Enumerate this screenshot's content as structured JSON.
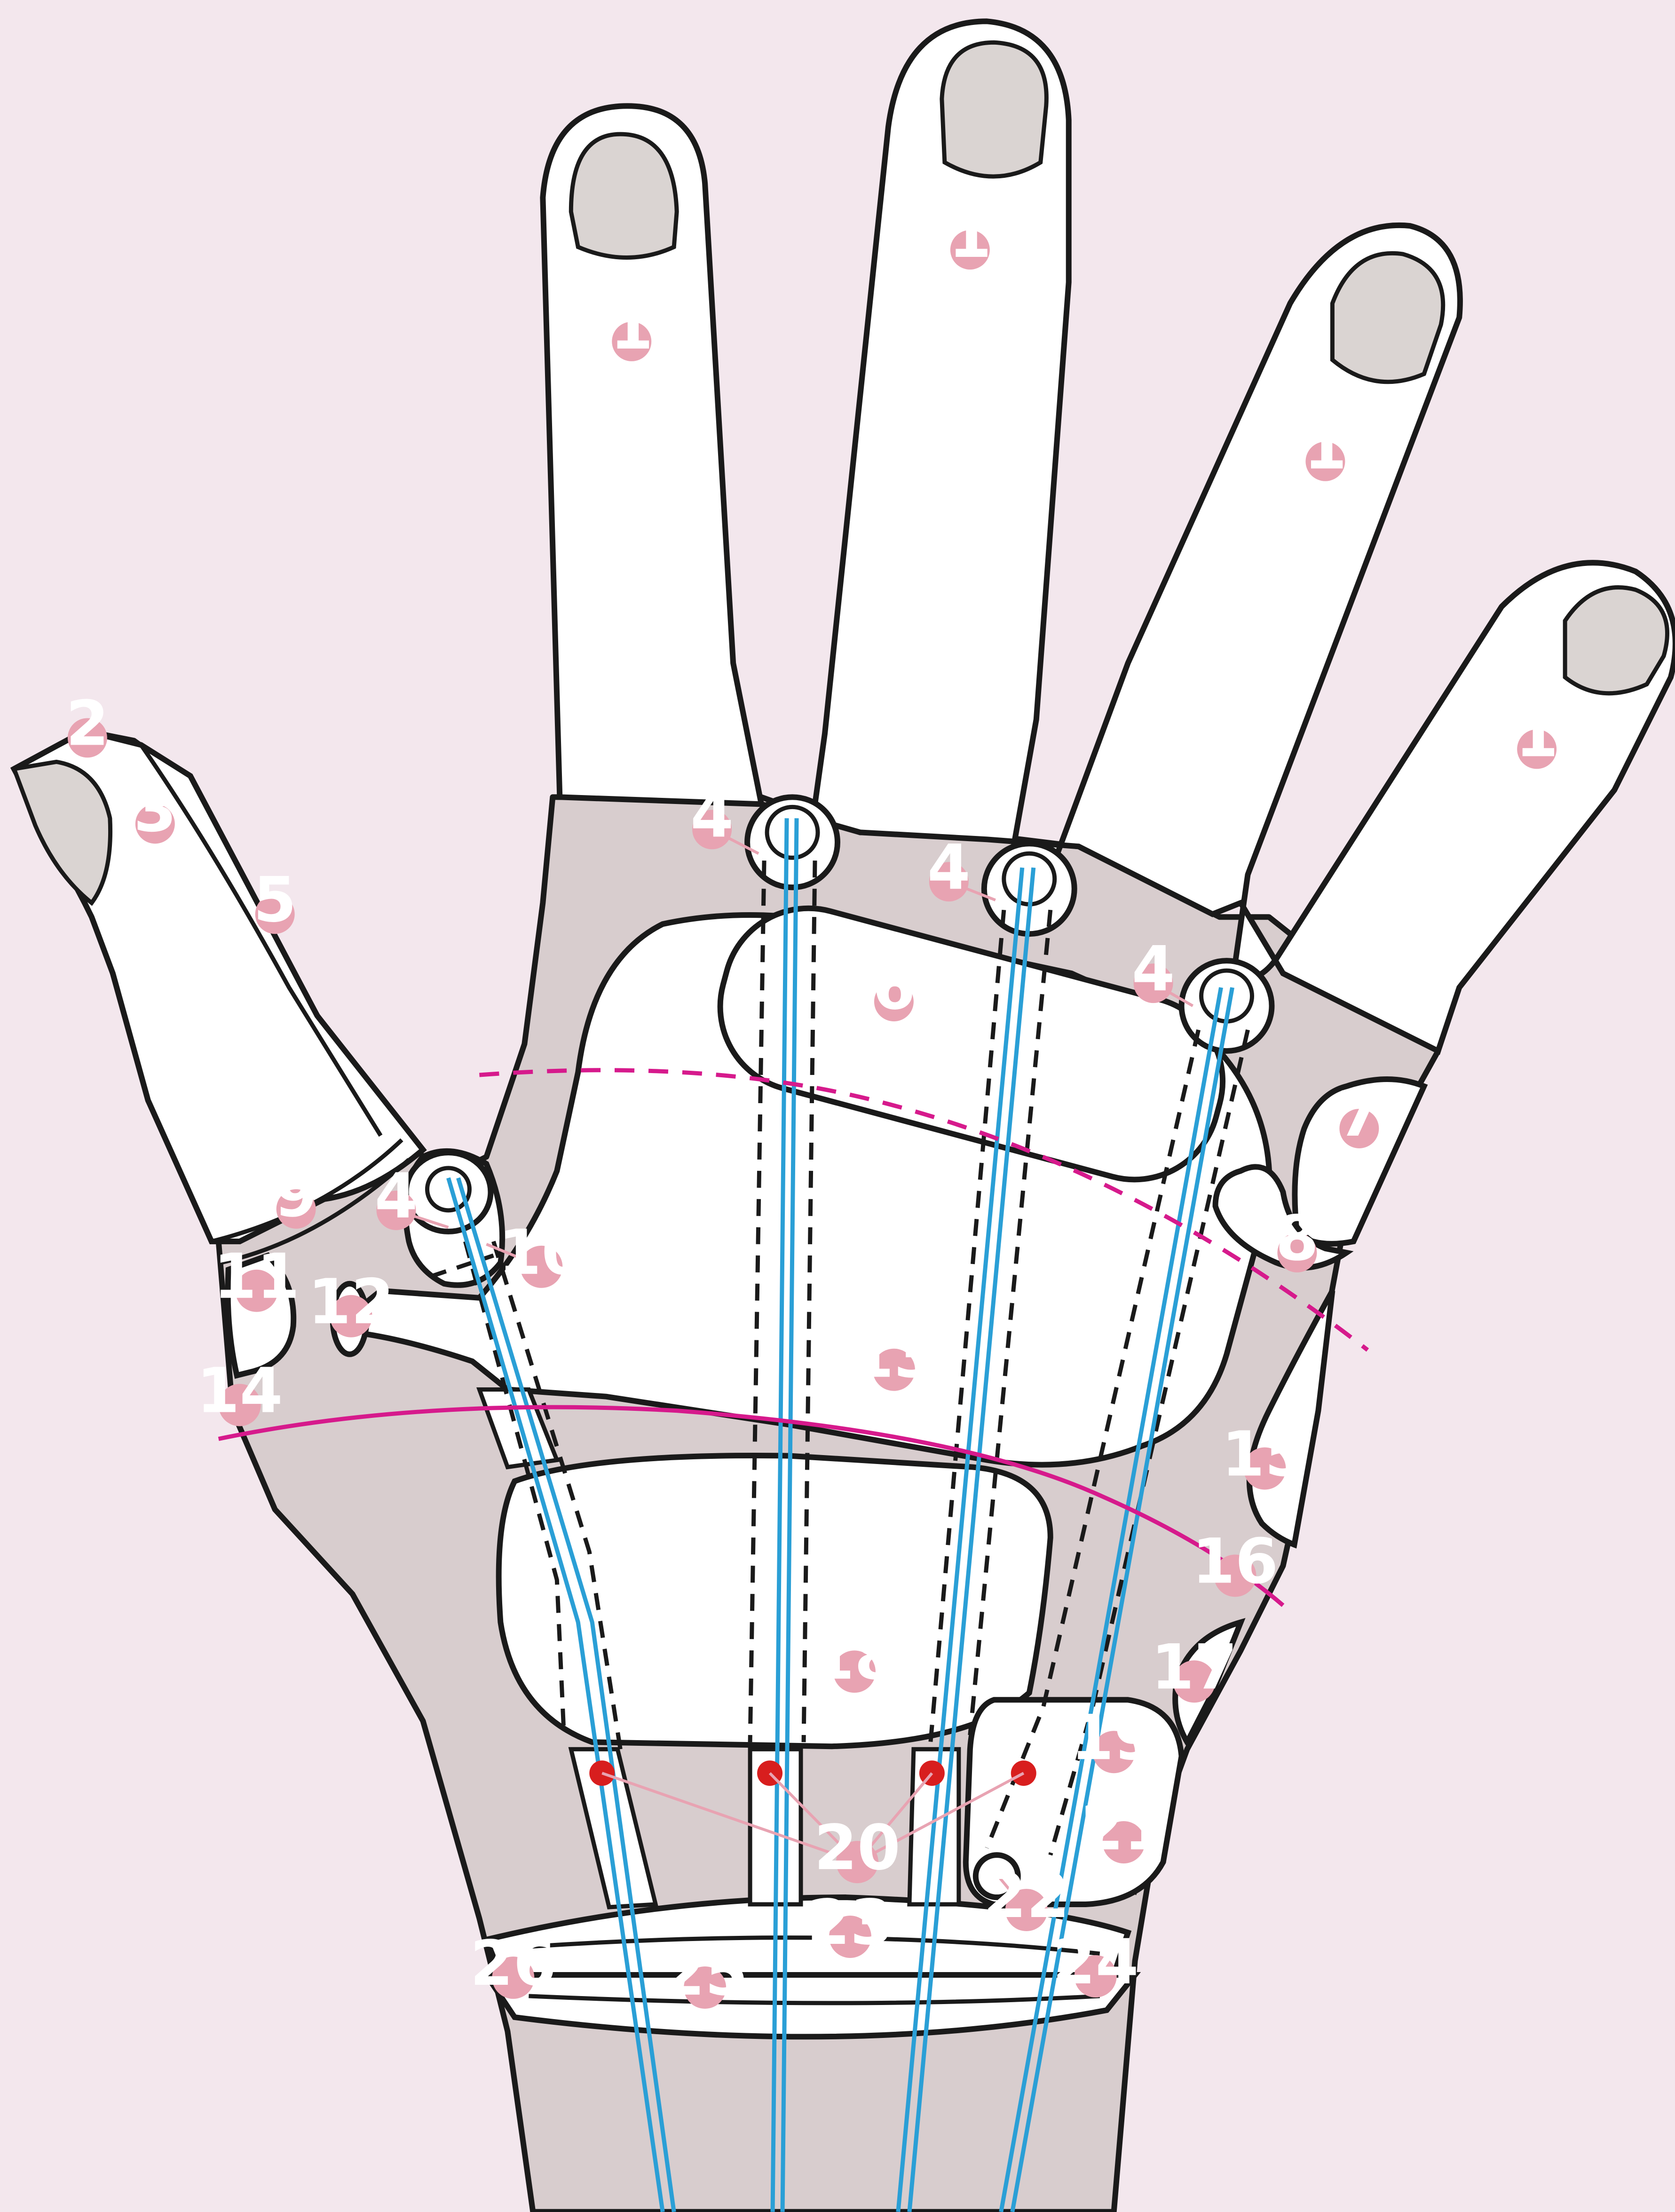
{
  "colors": {
    "background": "#f3e7ed",
    "hand_fill": "#ffffff",
    "shaded_region": "#d8cdce",
    "nail_fill": "#dad4d2",
    "outline": "#1a1a1a",
    "tendon_line": "#2a9fd6",
    "crease_line": "#d61a8c",
    "point_dot": "#d81e1e",
    "marker_fill": "#e8a3b2",
    "marker_text": "#ffffff",
    "leader_line": "#e8a3b2"
  },
  "markers": [
    {
      "label": "1",
      "group": "finger"
    },
    {
      "label": "1",
      "group": "finger"
    },
    {
      "label": "1",
      "group": "finger"
    },
    {
      "label": "1",
      "group": "finger"
    },
    {
      "label": "2",
      "group": "thumb"
    },
    {
      "label": "3",
      "group": "thumb"
    },
    {
      "label": "4",
      "group": "finger-web"
    },
    {
      "label": "4",
      "group": "finger-web"
    },
    {
      "label": "4",
      "group": "finger-web"
    },
    {
      "label": "4",
      "group": "finger-web"
    },
    {
      "label": "5",
      "group": "thumb"
    },
    {
      "label": "6",
      "group": "palm"
    },
    {
      "label": "7",
      "group": "palm-edge"
    },
    {
      "label": "8",
      "group": "palm-edge"
    },
    {
      "label": "9",
      "group": "thumb"
    },
    {
      "label": "10",
      "group": "thumb"
    },
    {
      "label": "11",
      "group": "thumb"
    },
    {
      "label": "12",
      "group": "thumb"
    },
    {
      "label": "13",
      "group": "palm"
    },
    {
      "label": "14",
      "group": "crease"
    },
    {
      "label": "15",
      "group": "palm-edge"
    },
    {
      "label": "16",
      "group": "crease"
    },
    {
      "label": "17",
      "group": "palm-edge"
    },
    {
      "label": "18",
      "group": "palm"
    },
    {
      "label": "19",
      "group": "palm"
    },
    {
      "label": "20",
      "group": "points"
    },
    {
      "label": "21",
      "group": "palm-edge"
    },
    {
      "label": "22",
      "group": "palm"
    },
    {
      "label": "23",
      "group": "wrist"
    },
    {
      "label": "24",
      "group": "wrist"
    },
    {
      "label": "25",
      "group": "wrist"
    },
    {
      "label": "26",
      "group": "wrist"
    }
  ]
}
